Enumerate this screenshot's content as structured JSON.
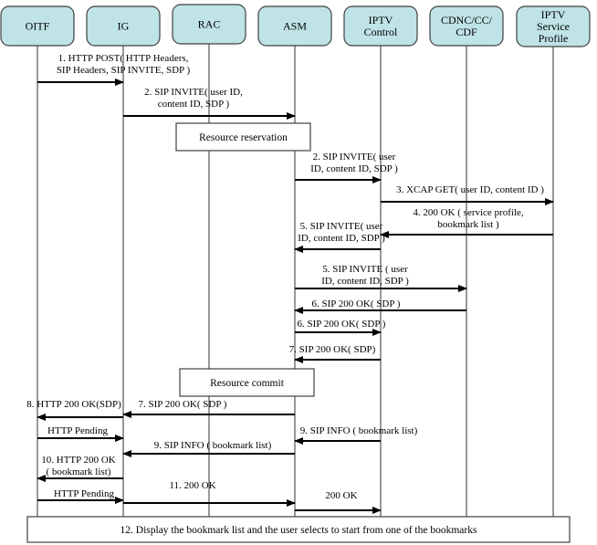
{
  "title": "IPTV bookmark list retrieval sequence",
  "colors": {
    "actor_fill": "#bfe3e6",
    "actor_stroke": "#404040",
    "line": "#000000",
    "lifeline": "#555555"
  },
  "actors": [
    {
      "id": "oitf",
      "lines": [
        "OITF"
      ]
    },
    {
      "id": "ig",
      "lines": [
        "IG"
      ]
    },
    {
      "id": "rac",
      "lines": [
        "RAC"
      ]
    },
    {
      "id": "asm",
      "lines": [
        "ASM"
      ]
    },
    {
      "id": "iptv-control",
      "lines": [
        "IPTV",
        "Control"
      ]
    },
    {
      "id": "cdnc",
      "lines": [
        "CDNC/CC/",
        "CDF"
      ]
    },
    {
      "id": "iptv-sp",
      "lines": [
        "IPTV",
        "Service",
        "Profile"
      ]
    }
  ],
  "messages": [
    {
      "from": 0,
      "to": 1,
      "lines": [
        "1. HTTP POST( HTTP Headers,",
        "SIP Headers, SIP INVITE, SDP )"
      ]
    },
    {
      "from": 1,
      "to": 3,
      "lines": [
        "2. SIP INVITE( user ID,",
        "content ID, SDP )"
      ]
    },
    {
      "from": 3,
      "to": 4,
      "lines": [
        "2. SIP INVITE( user",
        "ID, content ID, SDP )"
      ]
    },
    {
      "from": 4,
      "to": 6,
      "lines": [
        "3. XCAP GET( user ID, content ID )"
      ]
    },
    {
      "from": 6,
      "to": 4,
      "lines": [
        "4. 200 OK ( service profile,",
        "bookmark list )"
      ]
    },
    {
      "from": 4,
      "to": 3,
      "lines": [
        "5. SIP INVITE( user",
        "ID, content ID, SDP )"
      ]
    },
    {
      "from": 3,
      "to": 5,
      "lines": [
        "5. SIP INVITE ( user",
        "ID, content ID, SDP )"
      ]
    },
    {
      "from": 5,
      "to": 3,
      "lines": [
        "6. SIP 200 OK( SDP )"
      ]
    },
    {
      "from": 3,
      "to": 4,
      "lines": [
        "6. SIP 200 OK( SDP )"
      ]
    },
    {
      "from": 4,
      "to": 3,
      "lines": [
        "7. SIP 200 OK( SDP)"
      ]
    },
    {
      "from": 3,
      "to": 1,
      "lines": [
        "7. SIP 200 OK( SDP )"
      ]
    },
    {
      "from": 1,
      "to": 0,
      "lines": [
        "8. HTTP 200 OK(SDP)"
      ]
    },
    {
      "from": 0,
      "to": 1,
      "lines": [
        "HTTP Pending"
      ]
    },
    {
      "from": 4,
      "to": 3,
      "lines": [
        "9. SIP INFO ( bookmark list)"
      ]
    },
    {
      "from": 3,
      "to": 1,
      "lines": [
        "9. SIP INFO ( bookmark list)"
      ]
    },
    {
      "from": 1,
      "to": 0,
      "lines": [
        "10. HTTP 200 OK",
        "( bookmark list)"
      ]
    },
    {
      "from": 0,
      "to": 1,
      "lines": [
        "HTTP Pending"
      ]
    },
    {
      "from": 1,
      "to": 3,
      "lines": [
        "11. 200 OK"
      ]
    },
    {
      "from": 3,
      "to": 4,
      "lines": [
        "200 OK"
      ]
    }
  ],
  "boxes": [
    {
      "id": "resource-reservation",
      "label": "Resource reservation"
    },
    {
      "id": "resource-commit",
      "label": "Resource commit"
    },
    {
      "id": "display-bookmarks",
      "label": "12. Display the bookmark list and the user selects to start from one of the bookmarks"
    }
  ]
}
